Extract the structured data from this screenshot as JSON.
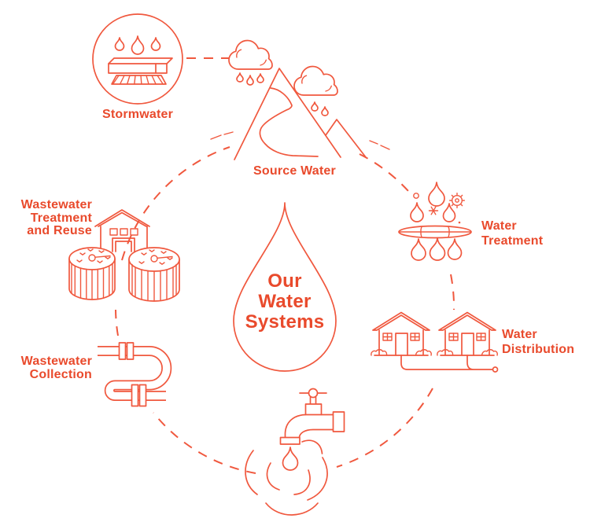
{
  "diagram": {
    "title": "Our\nWater\nSystems",
    "nodes": {
      "stormwater": {
        "label": "Stormwater",
        "icon": "storm-drain-icon"
      },
      "source_water": {
        "label": "Source Water",
        "icon": "mountains-rainclouds-icon"
      },
      "water_treatment": {
        "label": "Water\nTreatment",
        "icon": "filter-drops-icon"
      },
      "water_distribution": {
        "label": "Water\nDistribution",
        "icon": "houses-pipe-icon"
      },
      "water_use": {
        "label": "",
        "icon": "faucet-icon"
      },
      "wastewater_collection": {
        "label": "Wastewater\nCollection",
        "icon": "sewer-pipe-icon"
      },
      "wastewater_treatment": {
        "label": "Wastewater\nTreatment\nand Reuse",
        "icon": "treatment-plant-icon"
      }
    },
    "colors": {
      "line": "#F0583E",
      "text": "#E94A2C",
      "background": "#FFFFFF"
    }
  }
}
